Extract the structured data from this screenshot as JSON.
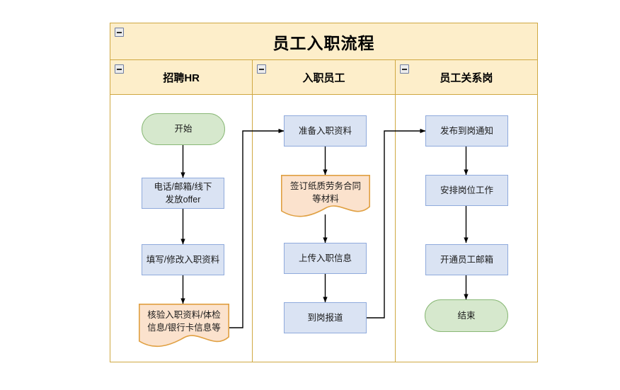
{
  "diagram": {
    "title": "员工入职流程",
    "collapse_icon": "minus-box-icon",
    "lanes": [
      {
        "id": "lane-hr",
        "label": "招聘HR"
      },
      {
        "id": "lane-employee",
        "label": "入职员工"
      },
      {
        "id": "lane-relations",
        "label": "员工关系岗"
      }
    ],
    "nodes": [
      {
        "id": "start",
        "lane": 0,
        "type": "terminator",
        "label": "开始"
      },
      {
        "id": "send-offer",
        "lane": 0,
        "type": "process",
        "label": "电话/邮箱/线下\n发放offer"
      },
      {
        "id": "fill-materials",
        "lane": 0,
        "type": "process",
        "label": "填写/修改入职资料"
      },
      {
        "id": "verify-materials",
        "lane": 0,
        "type": "document",
        "label": "核验入职资料/体检\n信息/银行卡信息等"
      },
      {
        "id": "prepare-docs",
        "lane": 1,
        "type": "process",
        "label": "准备入职资料"
      },
      {
        "id": "sign-contract",
        "lane": 1,
        "type": "document",
        "label": "签订纸质劳务合同\n等材料"
      },
      {
        "id": "upload-info",
        "lane": 1,
        "type": "process",
        "label": "上传入职信息"
      },
      {
        "id": "report-duty",
        "lane": 1,
        "type": "process",
        "label": "到岗报道"
      },
      {
        "id": "publish-notice",
        "lane": 2,
        "type": "process",
        "label": "发布到岗通知"
      },
      {
        "id": "assign-work",
        "lane": 2,
        "type": "process",
        "label": "安排岗位工作"
      },
      {
        "id": "open-mailbox",
        "lane": 2,
        "type": "process",
        "label": "开通员工邮箱"
      },
      {
        "id": "end",
        "lane": 2,
        "type": "terminator",
        "label": "结束"
      }
    ],
    "colors": {
      "lane_header_fill": "#fdeeca",
      "lane_border": "#cfa842",
      "process_fill": "#dae3f3",
      "process_border": "#8faadc",
      "terminator_fill": "#d6e8cd",
      "terminator_border": "#89b876",
      "document_fill": "#fbe2cd",
      "document_border": "#e0a042",
      "connector": "#000000"
    }
  }
}
